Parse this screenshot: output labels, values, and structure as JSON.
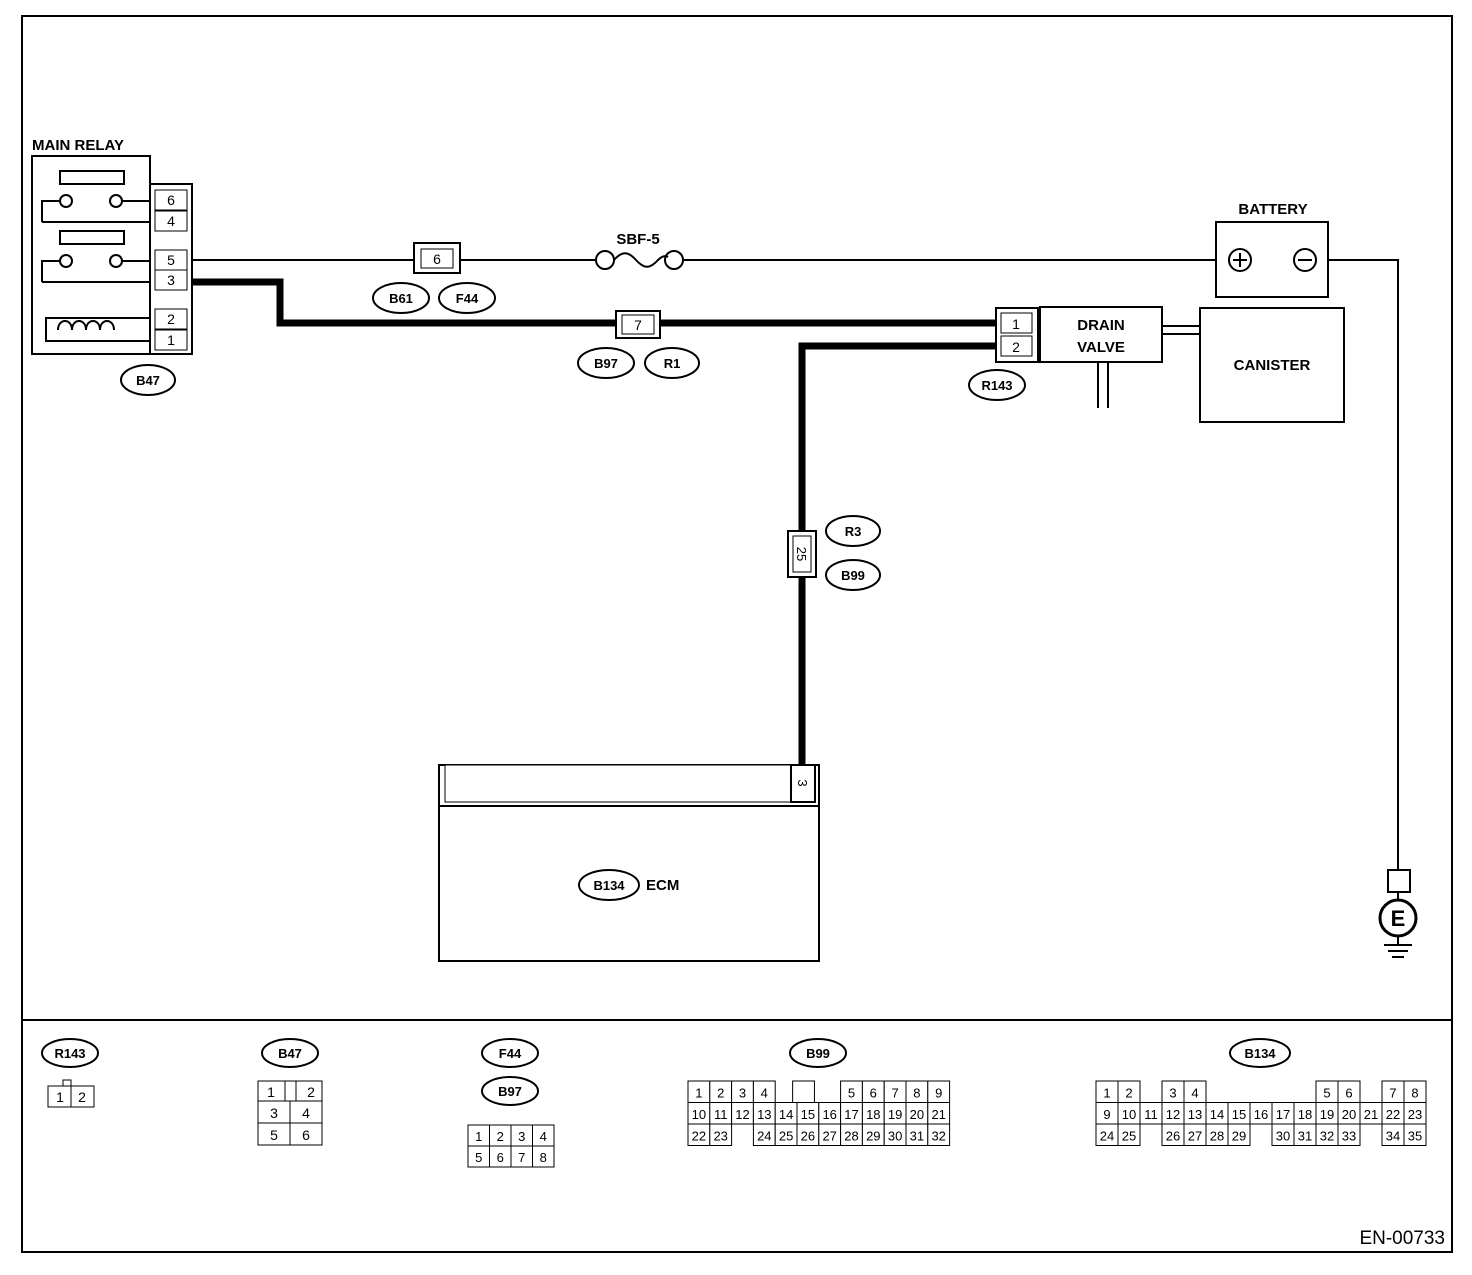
{
  "components": {
    "main_relay": "MAIN RELAY",
    "battery": "BATTERY",
    "fuse": "SBF-5",
    "drain_valve_line1": "DRAIN",
    "drain_valve_line2": "VALVE",
    "canister": "CANISTER",
    "ecm": "ECM",
    "ground": "E"
  },
  "connector_ids": {
    "b47": "B47",
    "b61": "B61",
    "f44": "F44",
    "b97": "B97",
    "r1": "R1",
    "r143": "R143",
    "r3": "R3",
    "b99": "B99",
    "b134": "B134"
  },
  "relay_pins": [
    "6",
    "4",
    "5",
    "3",
    "2",
    "1"
  ],
  "pins": {
    "b61_f44": "6",
    "b97_r1": "7",
    "r143": [
      "1",
      "2"
    ],
    "r3_b99": "25",
    "ecm": "3"
  },
  "legend": {
    "r143": {
      "title": "R143",
      "rows": [
        [
          "1",
          "2"
        ]
      ]
    },
    "b47": {
      "title": "B47",
      "rows": [
        [
          "1",
          "",
          "2"
        ],
        [
          "3",
          "4"
        ],
        [
          "5",
          "6"
        ]
      ]
    },
    "f44_b97": {
      "titles": [
        "F44",
        "B97"
      ],
      "rows": [
        [
          "1",
          "2",
          "3",
          "4"
        ],
        [
          "5",
          "6",
          "7",
          "8"
        ]
      ]
    },
    "b99": {
      "title": "B99",
      "rows": [
        [
          "1",
          "2",
          "3",
          "4",
          "",
          "5",
          "6",
          "7",
          "8",
          "9"
        ],
        [
          "10",
          "11",
          "12",
          "13",
          "14",
          "15",
          "16",
          "17",
          "18",
          "19",
          "20",
          "21"
        ],
        [
          "22",
          "23",
          "24",
          "25",
          "26",
          "27",
          "28",
          "29",
          "30",
          "31",
          "32"
        ]
      ]
    },
    "b134": {
      "title": "B134",
      "rows": [
        [
          "1",
          "2",
          "3",
          "4",
          "5",
          "6",
          "7",
          "8"
        ],
        [
          "9",
          "10",
          "11",
          "12",
          "13",
          "14",
          "15",
          "16",
          "17",
          "18",
          "19",
          "20",
          "21",
          "22",
          "23"
        ],
        [
          "24",
          "25",
          "26",
          "27",
          "28",
          "29",
          "30",
          "31",
          "32",
          "33",
          "34",
          "35"
        ]
      ]
    }
  },
  "figure_code": "EN-00733"
}
